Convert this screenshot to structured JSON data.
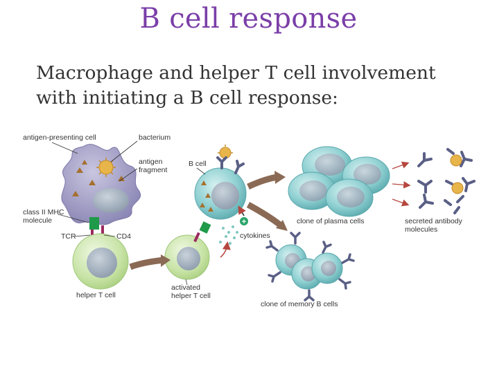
{
  "slide": {
    "title": "B cell response",
    "subtitle_line1": "Macrophage and helper T cell involvement",
    "subtitle_line2": "with initiating a B cell response:"
  },
  "diagram": {
    "labels": {
      "antigen_presenting_cell": "antigen-presenting cell",
      "bacterium": "bacterium",
      "antigen": "antigen",
      "fragment": "fragment",
      "b_cell": "B cell",
      "class_ii_mhc": "class II MHC",
      "molecule": "molecule",
      "tcr": "TCR",
      "cd4": "CD4",
      "cytokines": "cytokines",
      "plasma_clone": "clone of plasma cells",
      "secreted_antibody": "secreted antibody",
      "molecules": "molecules",
      "helper_t": "helper T cell",
      "activated": "activated",
      "activated_helper_t": "helper T cell",
      "memory_clone": "clone of memory B cells",
      "plus": "+"
    },
    "colors": {
      "title": "#7b3fa8",
      "apc": "#9a96bf",
      "bacterium": "#e8b54a",
      "b_cell": "#7ec8cc",
      "helper_t": "#c8e3a6",
      "mhc": "#1f9a4a",
      "tcr_cd4": "#9c2a5e",
      "antibody": "#5a5f85",
      "arrow": "#8b6a55"
    }
  }
}
